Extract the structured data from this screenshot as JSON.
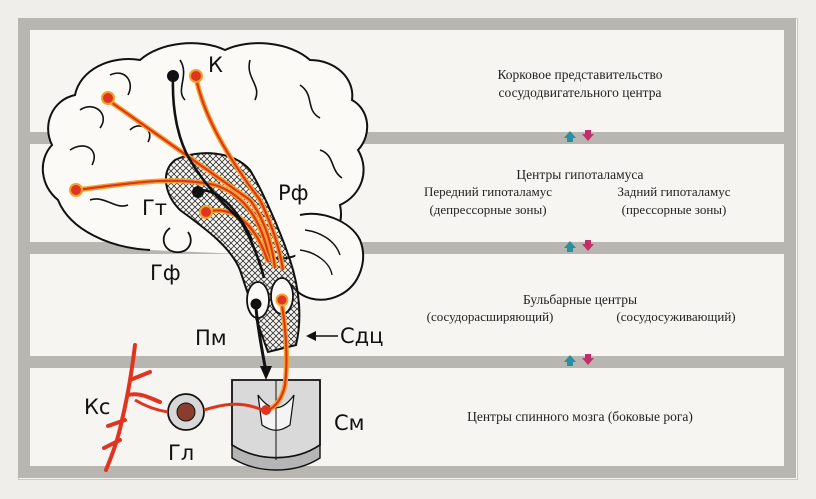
{
  "diagram": {
    "labels": {
      "k": "К",
      "rf": "Рф",
      "gt": "Гт",
      "gf": "Гф",
      "pm": "Пм",
      "sdc": "Сдц",
      "ks": "Кс",
      "gl": "Гл",
      "sm": "См"
    },
    "levels": {
      "cortex": {
        "line1": "Корковое представительство",
        "line2": "сосудодвигательного центра"
      },
      "hypothalamus": {
        "title": "Центры гипоталамуса",
        "left_name": "Передний гипоталамус",
        "left_note": "(депрессорные зоны)",
        "right_name": "Задний гипоталамус",
        "right_note": "(прессорные зоны)"
      },
      "bulbar": {
        "title": "Бульбарные центры",
        "left_note": "(сосудорасширяющий)",
        "right_note": "(сосудосуживающий)"
      },
      "spinal": {
        "title": "Центры спинного мозга (боковые рога)"
      }
    },
    "colors": {
      "red_path": "#e0341f",
      "orange_glow": "#f2a22a",
      "black_path": "#111111",
      "arrow_up": "#2a8fa0",
      "arrow_down": "#c0306a"
    }
  }
}
